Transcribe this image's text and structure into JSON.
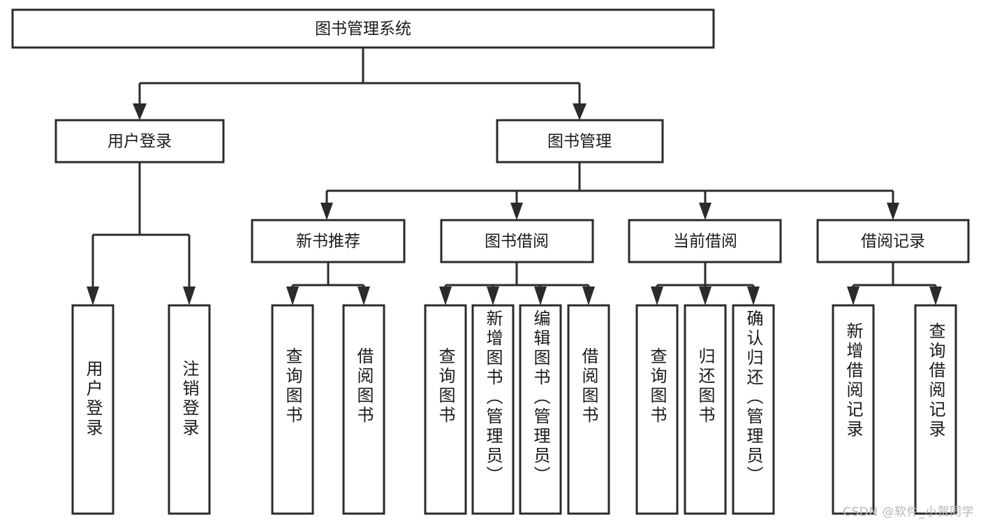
{
  "diagram": {
    "title": "图书管理系统",
    "type": "tree-hierarchy",
    "root": {
      "id": "root",
      "label": "图书管理系统",
      "level": 0,
      "orientation": "horizontal"
    },
    "level1": [
      {
        "id": "user-login",
        "label": "用户登录",
        "orientation": "horizontal"
      },
      {
        "id": "book-manage",
        "label": "图书管理",
        "orientation": "horizontal"
      }
    ],
    "level2": [
      {
        "id": "new-book-recommend",
        "label": "新书推荐",
        "parent": "book-manage",
        "orientation": "horizontal"
      },
      {
        "id": "book-borrow",
        "label": "图书借阅",
        "parent": "book-manage",
        "orientation": "horizontal"
      },
      {
        "id": "current-borrow",
        "label": "当前借阅",
        "parent": "book-manage",
        "orientation": "horizontal"
      },
      {
        "id": "borrow-record",
        "label": "借阅记录",
        "parent": "book-manage",
        "orientation": "horizontal"
      }
    ],
    "leaves": [
      {
        "id": "leaf-user-login",
        "label": "用户登录",
        "parent": "user-login",
        "orientation": "vertical"
      },
      {
        "id": "leaf-user-logout",
        "label": "注销登录",
        "parent": "user-login",
        "orientation": "vertical"
      },
      {
        "id": "leaf-query-book-1",
        "label": "查询图书",
        "parent": "new-book-recommend",
        "orientation": "vertical"
      },
      {
        "id": "leaf-borrow-book-1",
        "label": "借阅图书",
        "parent": "new-book-recommend",
        "orientation": "vertical"
      },
      {
        "id": "leaf-query-book-2",
        "label": "查询图书",
        "parent": "book-borrow",
        "orientation": "vertical"
      },
      {
        "id": "leaf-add-book",
        "label": "新增图书（管理员）",
        "parent": "book-borrow",
        "orientation": "vertical"
      },
      {
        "id": "leaf-edit-book",
        "label": "编辑图书（管理员）",
        "parent": "book-borrow",
        "orientation": "vertical"
      },
      {
        "id": "leaf-borrow-book-2",
        "label": "借阅图书",
        "parent": "book-borrow",
        "orientation": "vertical"
      },
      {
        "id": "leaf-query-book-3",
        "label": "查询图书",
        "parent": "current-borrow",
        "orientation": "vertical"
      },
      {
        "id": "leaf-return-book",
        "label": "归还图书",
        "parent": "current-borrow",
        "orientation": "vertical"
      },
      {
        "id": "leaf-confirm-return",
        "label": "确认归还（管理员）",
        "parent": "current-borrow",
        "orientation": "vertical"
      },
      {
        "id": "leaf-add-record",
        "label": "新增借阅记录",
        "parent": "borrow-record",
        "orientation": "vertical"
      },
      {
        "id": "leaf-query-record",
        "label": "查询借阅记录",
        "parent": "borrow-record",
        "orientation": "vertical"
      }
    ],
    "colors": {
      "stroke": "#2b2b2b",
      "fill": "#ffffff",
      "text": "#1a1a1a",
      "watermark": "#b6b6b6"
    }
  },
  "watermark": {
    "text": "CSDN @软件_小贺同学"
  }
}
